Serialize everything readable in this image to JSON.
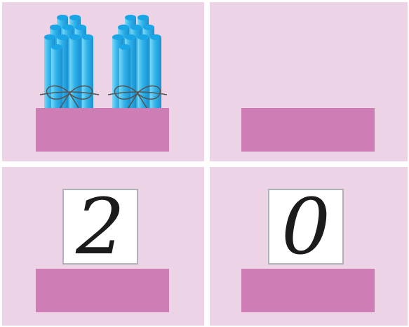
{
  "panels": {
    "top_left": {
      "bundles": [
        {
          "icon": "stick-bundle-icon",
          "sticks": 10,
          "stick_color": "#2fb3ea",
          "tie_color": "#555555"
        },
        {
          "icon": "stick-bundle-icon",
          "sticks": 10,
          "stick_color": "#2fb3ea",
          "tie_color": "#555555"
        }
      ]
    },
    "bottom_left": {
      "digit": "2"
    },
    "bottom_right": {
      "digit": "0"
    }
  },
  "colors": {
    "panel_background": "#ecd4e6",
    "answer_box": "#cf7db5",
    "card_border": "#aeb3b8"
  }
}
